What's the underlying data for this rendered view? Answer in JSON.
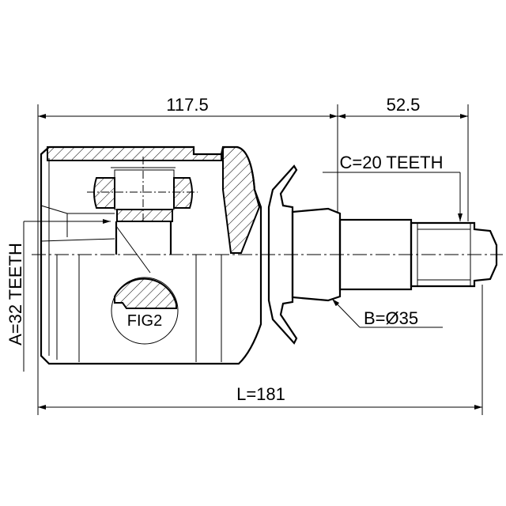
{
  "dimensions": {
    "housing_length": "117.5",
    "shaft_length": "52.5",
    "total_length": "L=181",
    "outer_spline": "C=20 TEETH",
    "seal_diameter": "B=Ø35",
    "inner_spline": "A=32 TEETH"
  },
  "detail_label": "FIG2"
}
